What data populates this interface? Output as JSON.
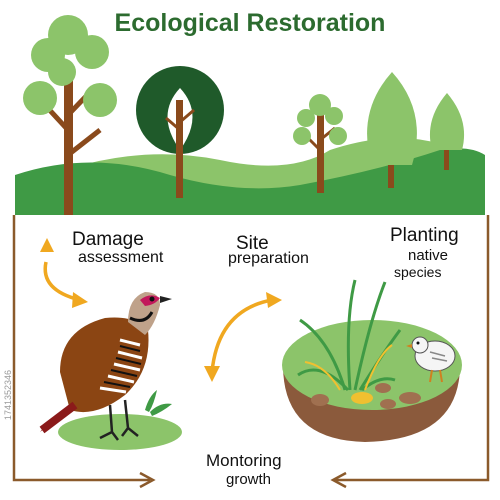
{
  "title": "Ecological Restoration",
  "stages": {
    "damage": {
      "line1": "Damage",
      "line2": "assessment"
    },
    "site": {
      "line1": "Site",
      "line2": "preparation"
    },
    "planting": {
      "line1": "Planting",
      "line2": "native",
      "line3": "species"
    },
    "monitoring": {
      "line1": "Montoring",
      "line2": "growth"
    }
  },
  "stock_id": "1741352346",
  "colors": {
    "title": "#2c6b2f",
    "hill_light": "#8cc46a",
    "hill_dark": "#3f9a45",
    "trunk": "#8a4a1c",
    "frame": "#8b5a2b",
    "arrow": "#f0a820",
    "bird_body": "#8b4513"
  }
}
